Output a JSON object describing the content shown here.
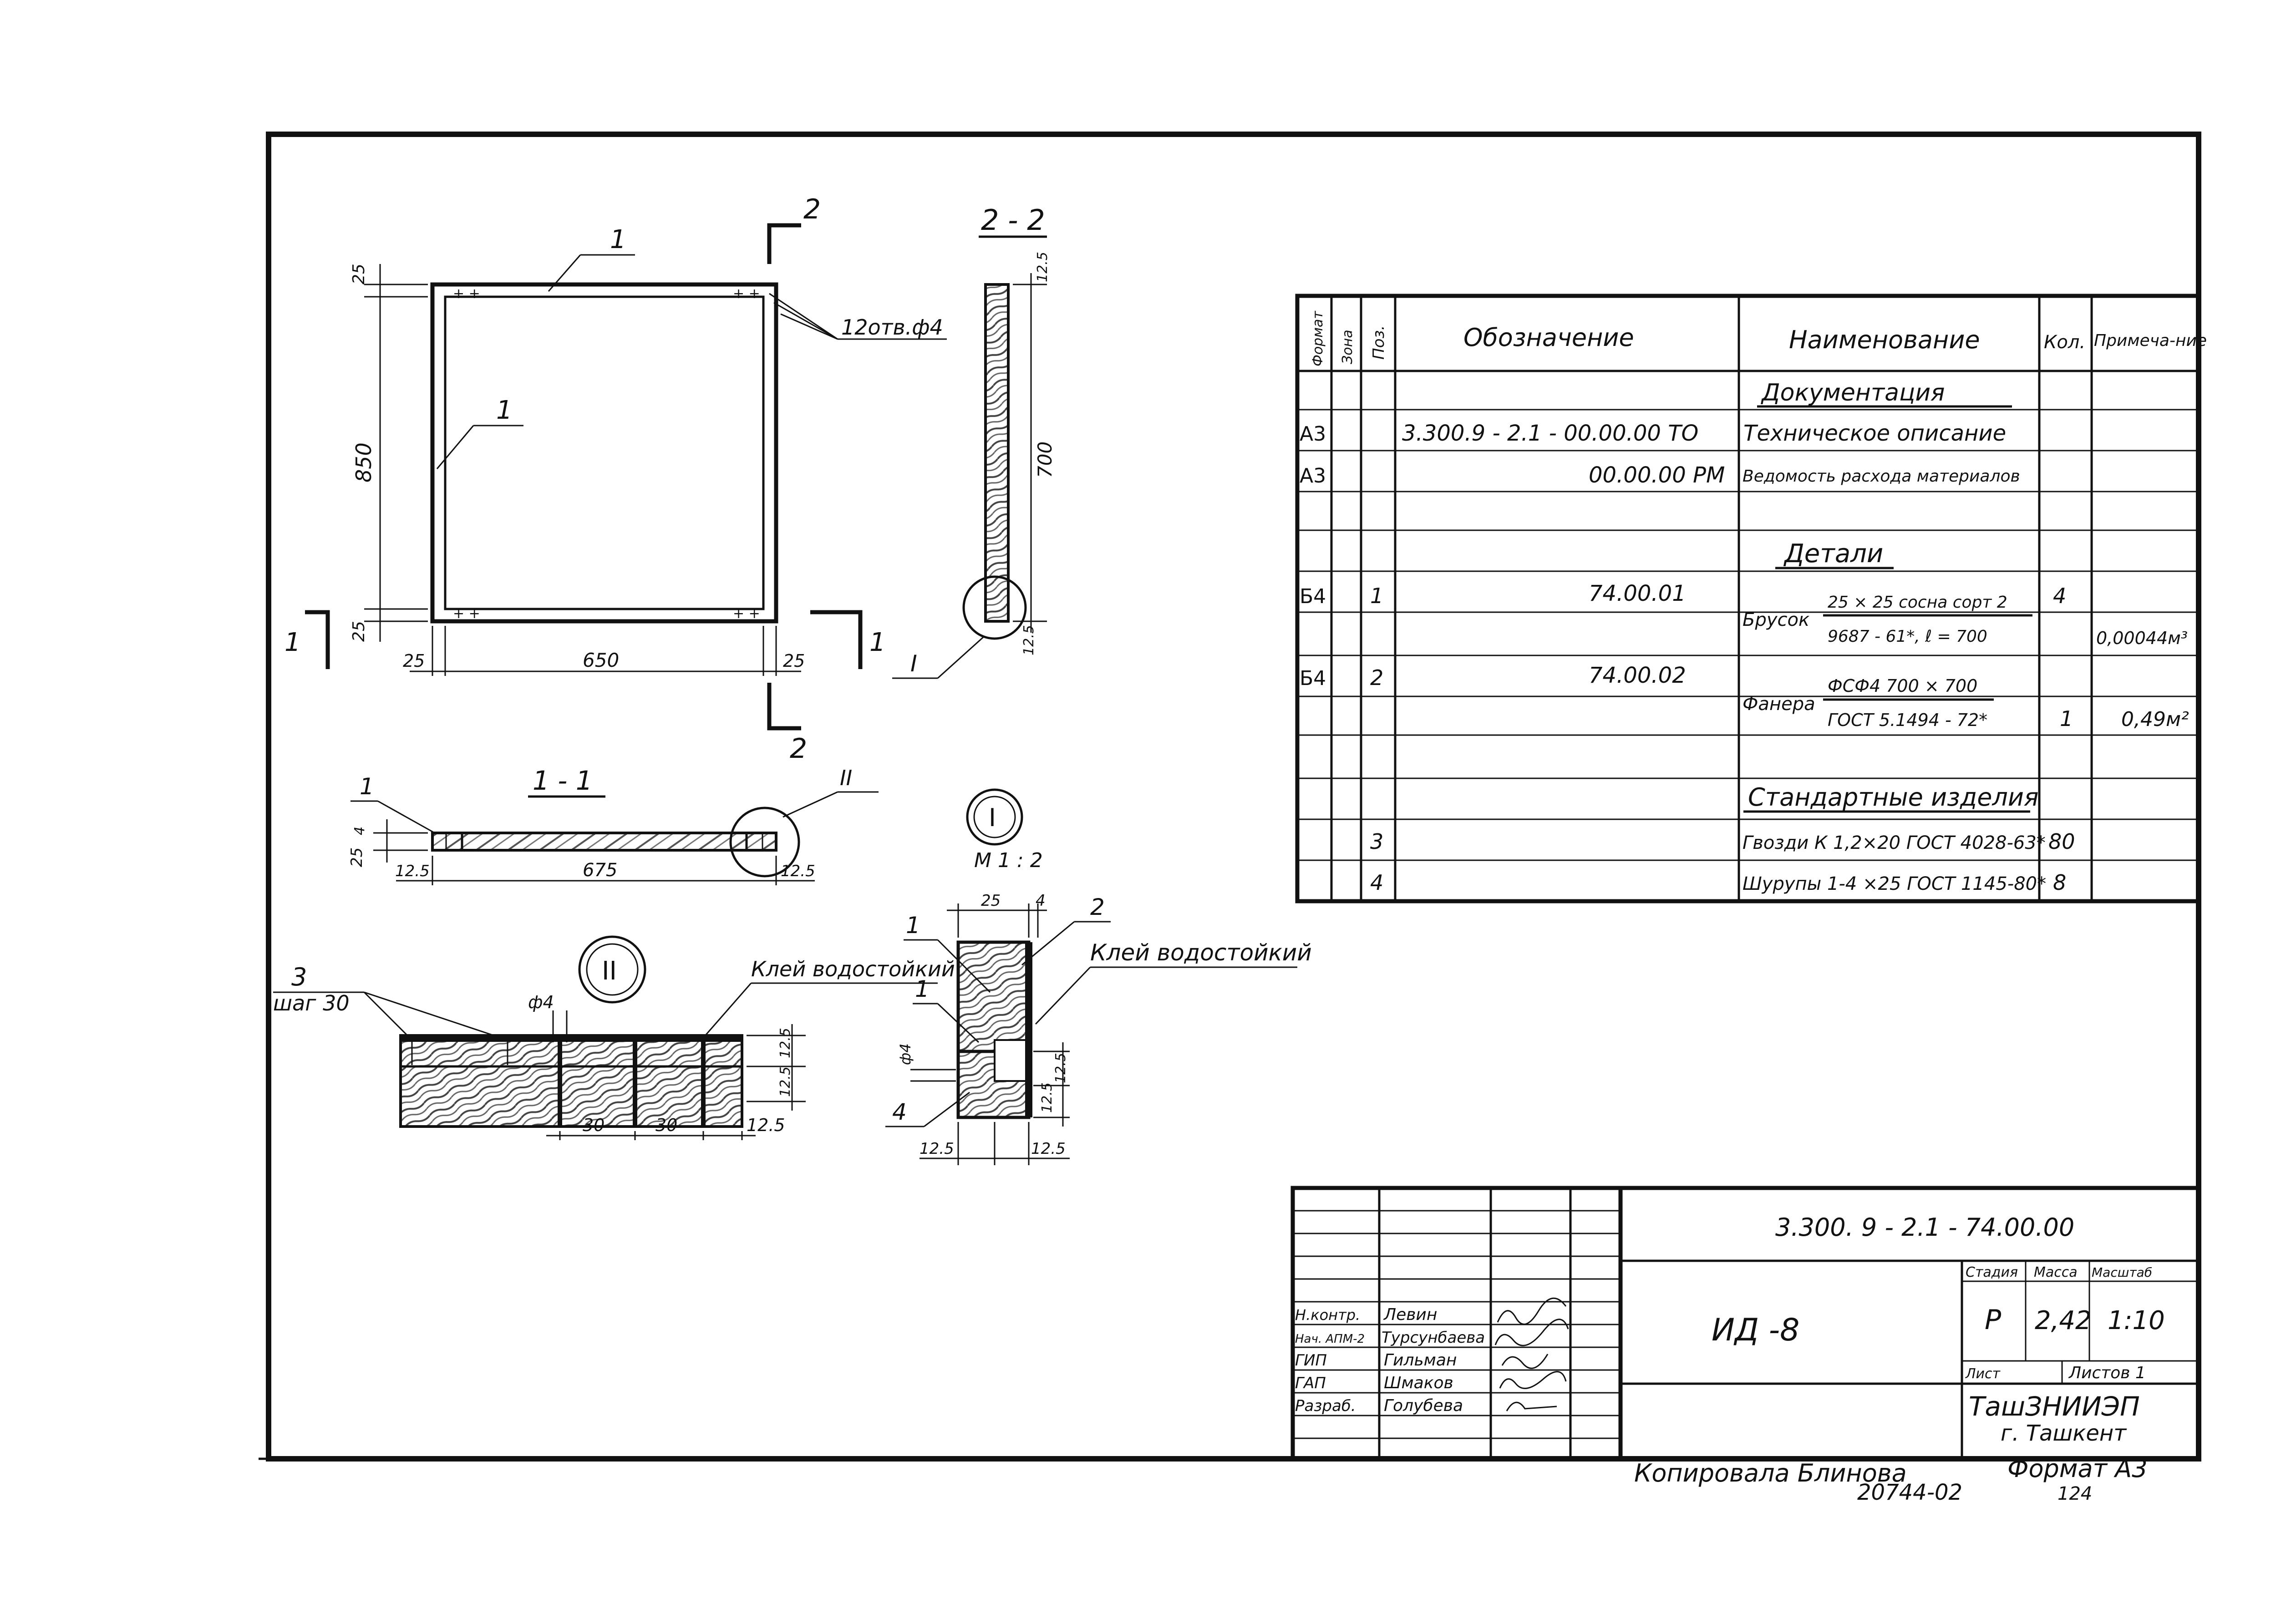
{
  "colors": {
    "ink": "#111111",
    "paper": "#ffffff",
    "wood": "#555555"
  },
  "views": {
    "plan": {
      "pos_top": "1",
      "pos_side": "1",
      "holes": "12отв.ф4",
      "dim_height": "850",
      "dim_width": "650",
      "dim_left": "25",
      "dim_right": "25",
      "dim_top": "25",
      "dim_bottom": "25",
      "cut_1_left": "1",
      "cut_1_right": "1",
      "cut_2_top": "2",
      "cut_2_bottom": "2"
    },
    "section_2_2": {
      "title": "2 - 2",
      "dim_length": "700",
      "dim_top": "12.5",
      "dim_bottom": "12.5",
      "callout": "I"
    },
    "section_1_1": {
      "title": "1 - 1",
      "pos": "1",
      "callout": "II",
      "dim_length": "675",
      "dim_left": "12.5",
      "dim_right": "12.5",
      "dim_thk": "25",
      "dim_ply": "4"
    },
    "detail_1": {
      "title": "I",
      "scale": "М 1 : 2",
      "dim_width": "25",
      "dim_ply": "4",
      "pos_a": "1",
      "pos_b": "1",
      "pos_c": "2",
      "pos_d": "4",
      "glue": "Клей водостойкий",
      "hole": "ф4",
      "dim_h1": "12.5",
      "dim_h2": "12.5",
      "dim_bot_l": "12.5",
      "dim_bot_r": "12.5"
    },
    "detail_2": {
      "title": "II",
      "pos": "3",
      "pitch": "шаг 30",
      "hole": "ф4",
      "glue": "Клей водостойкий",
      "dim_a": "30",
      "dim_b": "30",
      "dim_c": "12.5",
      "dim_h1": "12.5",
      "dim_h2": "12.5"
    }
  },
  "spec": {
    "headers": {
      "format": "Формат",
      "zone": "Зона",
      "pos": "Поз.",
      "designation": "Обозначение",
      "name": "Наименование",
      "qty": "Кол.",
      "note": "Примеча-ние"
    },
    "sections": {
      "docs": "Документация",
      "details": "Детали",
      "standard": "Стандартные изделия"
    },
    "rows": [
      {
        "format": "А3",
        "designation": "3.300.9 - 2.1 -  00.00.00 ТО",
        "name": "Техническое описание"
      },
      {
        "format": "А3",
        "designation": "00.00.00 РМ",
        "name": "Ведомость расхода материалов"
      },
      {
        "format": "Б4",
        "pos": "1",
        "designation": "74.00.01",
        "name": "Брусок",
        "name_top": "25 × 25 сосна сорт 2",
        "name_bot": "9687 - 61*,  ℓ = 700",
        "qty": "4",
        "note": "0,00044м³"
      },
      {
        "format": "Б4",
        "pos": "2",
        "designation": "74.00.02",
        "name": "Фанера",
        "name_top": "ФСФ4  700 × 700",
        "name_bot": "ГОСТ 5.1494 - 72*",
        "qty": "1",
        "note": "0,49м²"
      },
      {
        "pos": "3",
        "name": "Гвозди К 1,2×20 ГОСТ 4028-63*",
        "qty": "80"
      },
      {
        "pos": "4",
        "name": "Шурупы 1-4 ×25 ГОСТ 1145-80*",
        "qty": "8"
      }
    ]
  },
  "title_block": {
    "code": "3.300. 9 - 2.1 -  74.00.00",
    "product": "ИД  -8",
    "headers": {
      "stage": "Стадия",
      "mass": "Масса",
      "scale": "Масштаб",
      "sheet": "Лист",
      "sheets": "Листов 1"
    },
    "stage": "Р",
    "mass": "2,42",
    "scale": "1:10",
    "org": "ТашЗНИИЭП",
    "city": "г. Ташкент",
    "people": [
      {
        "role": "Н.контр.",
        "name": "Левин"
      },
      {
        "role": "Нач. АПМ-2",
        "name": "Турсунбаева"
      },
      {
        "role": "ГИП",
        "name": "Гильман"
      },
      {
        "role": "ГАП",
        "name": "Шмаков"
      },
      {
        "role": "Разраб.",
        "name": "Голубева"
      }
    ]
  },
  "footer": {
    "copied": "Копировала   Блинова",
    "order": "20744-02",
    "format": "Формат  А3",
    "page": "124"
  }
}
